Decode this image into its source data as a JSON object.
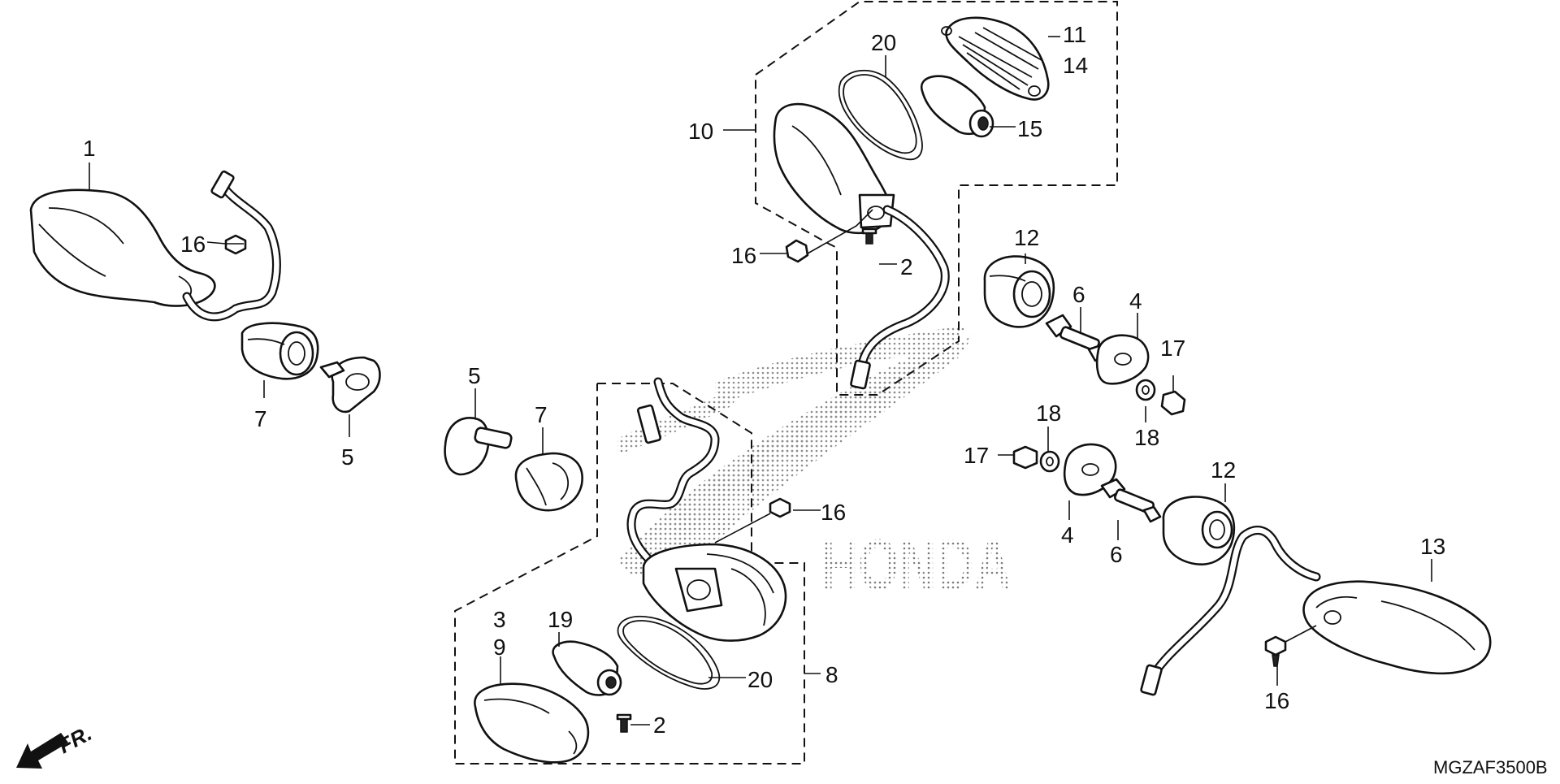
{
  "diagram_code": "MGZAF3500B",
  "front_indicator": "FR.",
  "watermark_text": "HONDA",
  "callout_labels": {
    "c1": "1",
    "c16a": "16",
    "c7a": "7",
    "c5a": "5",
    "c10": "10",
    "c20a": "20",
    "c11": "11",
    "c14": "14",
    "c15": "15",
    "c16b": "16",
    "c2a": "2",
    "c12a": "12",
    "c6a": "6",
    "c4a": "4",
    "c17a": "17",
    "c18a": "18",
    "c18b": "18",
    "c17b": "17",
    "c5b": "5",
    "c7b": "7",
    "c16c": "16",
    "c12b": "12",
    "c4b": "4",
    "c6b": "6",
    "c13": "13",
    "c3": "3",
    "c9": "9",
    "c19": "19",
    "c20b": "20",
    "c8": "8",
    "c2b": "2",
    "c16d": "16"
  }
}
